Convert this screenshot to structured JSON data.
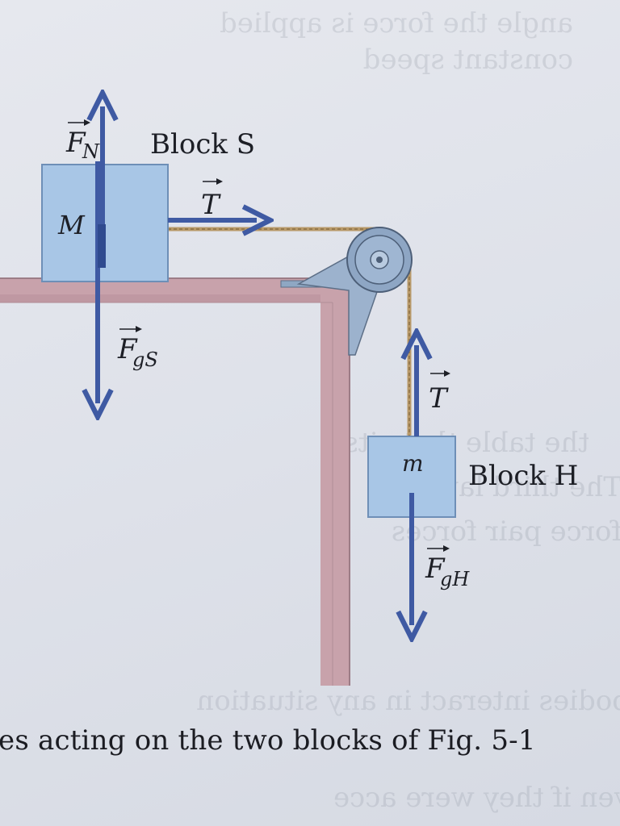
{
  "figure": {
    "block_s": {
      "title": "Block S",
      "mass": "M"
    },
    "block_h": {
      "title": "Block H",
      "mass": "m"
    },
    "forces": {
      "normal": {
        "symbol": "F",
        "subscript": "N"
      },
      "gravity_s": {
        "symbol": "F",
        "subscript": "gS"
      },
      "tension_s": {
        "symbol": "T"
      },
      "tension_h": {
        "symbol": "T"
      },
      "gravity_h": {
        "symbol": "F",
        "subscript": "gH"
      }
    }
  },
  "caption": {
    "text": "es acting on the two blocks of Fig. 5-1"
  },
  "colors": {
    "block": "#a8c6e6",
    "arrow": "#3f5aa3",
    "table": "#c8a2ab",
    "pulley": "#8ea6c4"
  }
}
